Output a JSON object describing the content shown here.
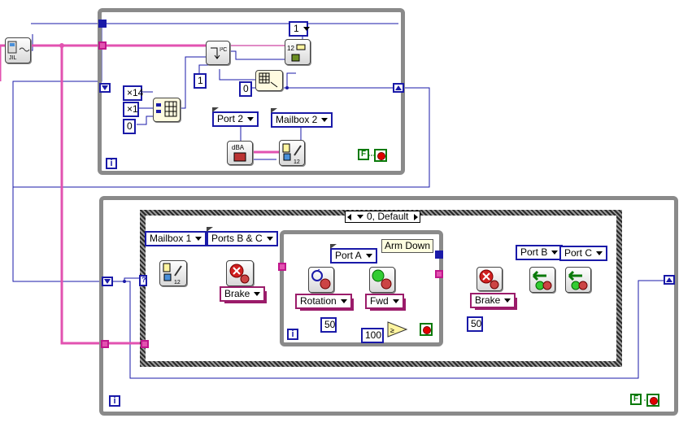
{
  "colors": {
    "wire_blue": "#1a1aa8",
    "wire_pink": "#e252b0",
    "frame_gray": "#8a8a8a",
    "stop_red": "#e00000",
    "stop_green": "#0a7a0a"
  },
  "top_loop": {
    "iteration_label": "i",
    "constants": {
      "a": "×14",
      "b": "×1",
      "c": "0",
      "d": "1",
      "e": "0"
    },
    "wait_selector": "1",
    "port_ring": "Port 2",
    "mailbox_ring": "Mailbox 2",
    "stop_label": "F",
    "icons": [
      "main-vi-icon",
      "i2c-read-icon",
      "wait-for-icon",
      "array-build-icon",
      "array-subset-icon",
      "sound-dba-icon",
      "mailbox-write-icon"
    ]
  },
  "bottom_loop": {
    "iteration_label": "i",
    "stop_label": "F",
    "case_selector": "0, Default",
    "mailbox_ring": "Mailbox 1",
    "ports_ring": "Ports B & C",
    "brake_ring_1": "Brake",
    "unknown_terminal": "?",
    "inner_loop": {
      "iteration_label": "i",
      "port_ring": "Port A",
      "label_arm": "Arm Down",
      "rotation_ring": "Rotation",
      "fwd_ring": "Fwd",
      "const_50": "50",
      "const_100": "100"
    },
    "brake_ring_2": "Brake",
    "const_50_b": "50",
    "port_b_ring": "Port B",
    "port_c_ring": "Port C"
  },
  "icon_text": {
    "mailbox_num": "12",
    "timer_num": "12",
    "dba": "dBA",
    "jil": "JIL"
  }
}
